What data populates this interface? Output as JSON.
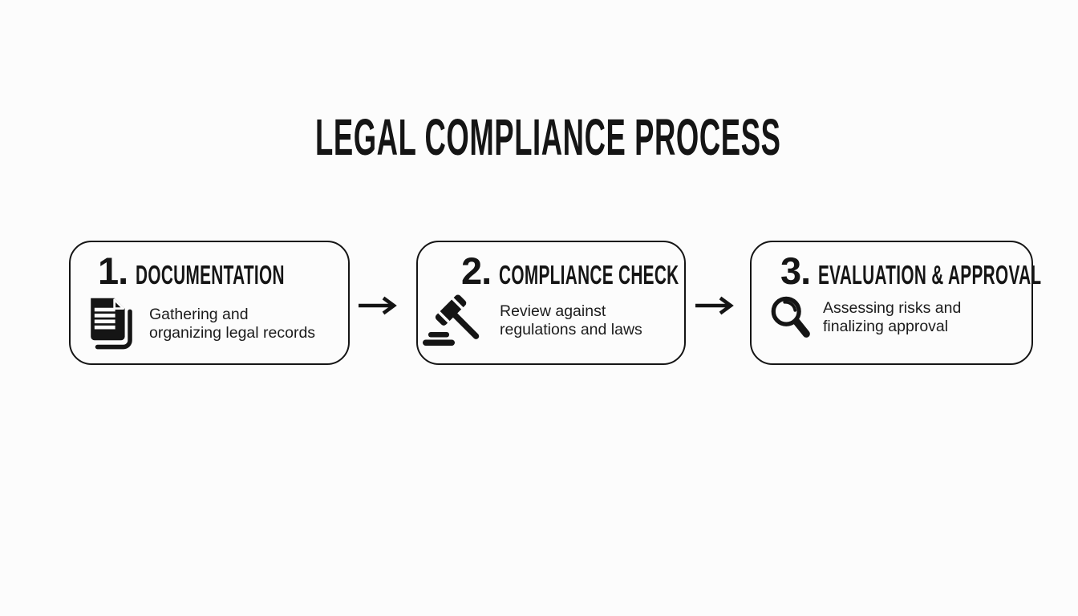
{
  "title": "LEGAL COMPLIANCE PROCESS",
  "steps": [
    {
      "number": "1.",
      "heading": "DOCUMENTATION",
      "icon": "documents-icon",
      "lines": [
        "Gathering and",
        "organizing legal records"
      ]
    },
    {
      "number": "2.",
      "heading": "COMPLIANCE CHECK",
      "icon": "gavel-icon",
      "lines": [
        "Review against",
        "regulations and laws"
      ]
    },
    {
      "number": "3.",
      "heading": "EVALUATION & APPROVAL",
      "icon": "magnifier-icon",
      "lines": [
        "Assessing risks and",
        "finalizing approval"
      ]
    }
  ],
  "connectors": [
    {
      "icon": "right-arrow-icon"
    },
    {
      "icon": "right-arrow-icon"
    }
  ],
  "colors": {
    "background": "#fcfcfc",
    "ink": "#151515",
    "body_text": "#1c1c1c"
  }
}
